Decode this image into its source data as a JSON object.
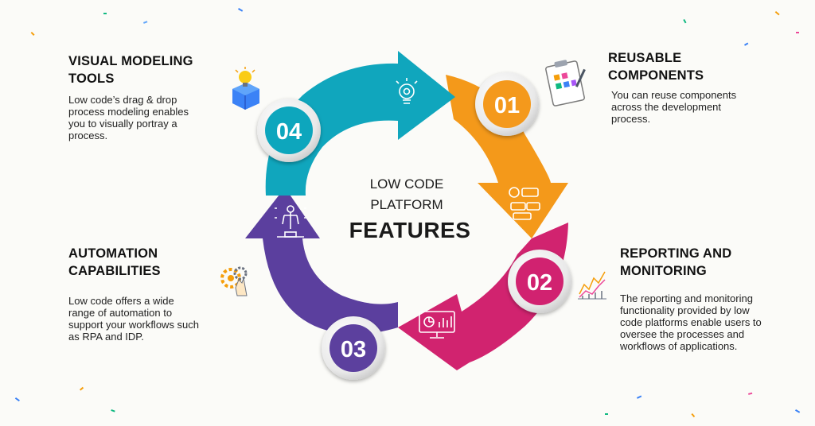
{
  "center": {
    "line1": "LOW CODE",
    "line2": "PLATFORM",
    "title": "FEATURES"
  },
  "features": [
    {
      "number": "01",
      "heading_line1": "REUSABLE",
      "heading_line2": "COMPONENTS",
      "description": [
        "You can reuse components",
        "across the development",
        "process."
      ],
      "color": "#f4991a",
      "icon": "clipboard-icon"
    },
    {
      "number": "02",
      "heading_line1": "REPORTING AND",
      "heading_line2": "MONITORING",
      "description": [
        "The reporting and monitoring",
        "functionality provided by low",
        "code platforms enable users to",
        "oversee the processes and",
        "workflows of applications."
      ],
      "color": "#d1236f",
      "icon": "line-chart-icon"
    },
    {
      "number": "03",
      "heading_line1": "AUTOMATION",
      "heading_line2": "CAPABILITIES",
      "description": [
        "Low code offers a wide",
        "range of automation to",
        "support your workflows such",
        "as RPA and IDP."
      ],
      "color": "#5b3f9e",
      "icon": "gear-hand-icon"
    },
    {
      "number": "04",
      "heading_line1": "VISUAL MODELING",
      "heading_line2": "TOOLS",
      "description": [
        "Low code’s drag & drop",
        "process modeling enables",
        "you to visually portray a",
        "process."
      ],
      "color": "#10a6bd",
      "icon": "lightbulb-box-icon"
    }
  ]
}
